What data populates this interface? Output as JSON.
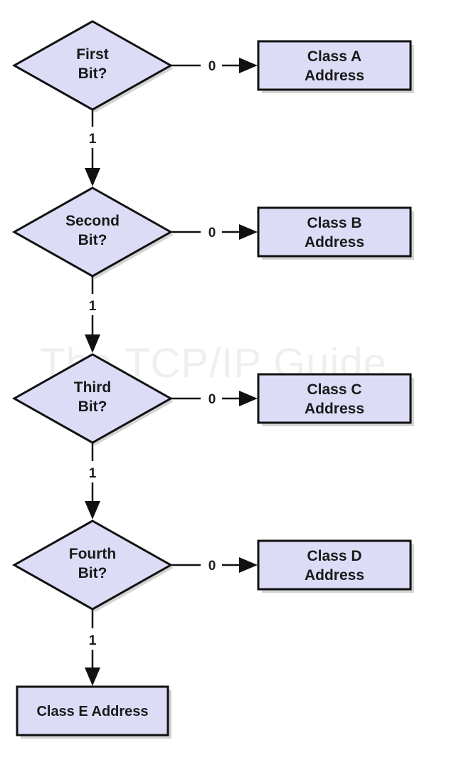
{
  "watermark": "The TCP/IP Guide",
  "colors": {
    "fill": "#dcdcf7",
    "stroke": "#111111",
    "text": "#1a1a1a"
  },
  "decisions": [
    {
      "line1": "First",
      "line2": "Bit?"
    },
    {
      "line1": "Second",
      "line2": "Bit?"
    },
    {
      "line1": "Third",
      "line2": "Bit?"
    },
    {
      "line1": "Fourth",
      "line2": "Bit?"
    }
  ],
  "results": [
    {
      "line1": "Class A",
      "line2": "Address"
    },
    {
      "line1": "Class B",
      "line2": "Address"
    },
    {
      "line1": "Class C",
      "line2": "Address"
    },
    {
      "line1": "Class D",
      "line2": "Address"
    }
  ],
  "final_result": {
    "label": "Class E Address"
  },
  "edge_labels": {
    "no": "0",
    "yes": "1"
  }
}
